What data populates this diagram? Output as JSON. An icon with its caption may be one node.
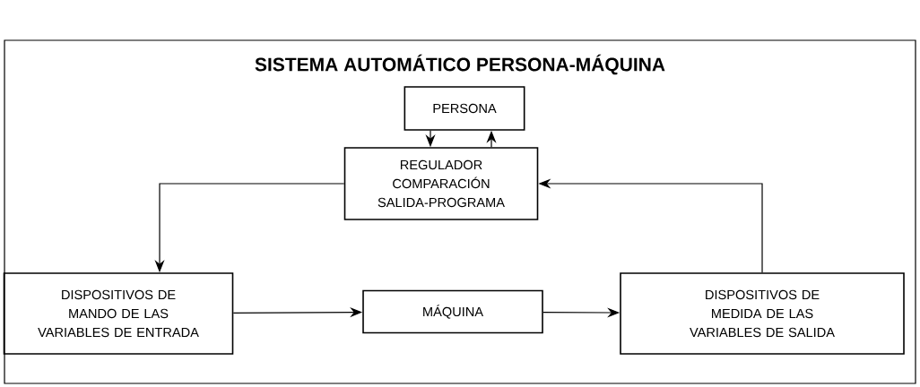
{
  "diagram": {
    "title": "SISTEMA AUTOMÁTICO PERSONA-MÁQUINA",
    "nodes": [
      {
        "text": [
          "PERSONA"
        ]
      },
      {
        "text": [
          "REGULADOR COMPARACIÓN SALIDA-PROGRAMA"
        ]
      },
      {
        "text": [
          "DISPOSITIVOS DE MANDO DE LAS VARIABLES DE ENTRADA"
        ]
      },
      {
        "text": [
          "MÁQUINA"
        ]
      },
      {
        "text": [
          "DISPOSITIVOS DE MEDIDA DE LAS VARIABLES DE SALIDA"
        ]
      }
    ],
    "edges": [
      {
        "from": 0,
        "to": 1,
        "arrow": "to"
      },
      {
        "from": 1,
        "to": 0,
        "arrow": "to"
      },
      {
        "from": 1,
        "to": 2,
        "arrow": "to"
      },
      {
        "from": 2,
        "to": 3,
        "arrow": "to"
      },
      {
        "from": 3,
        "to": 4,
        "arrow": "to"
      },
      {
        "from": 4,
        "to": 1,
        "arrow": "to"
      }
    ]
  }
}
